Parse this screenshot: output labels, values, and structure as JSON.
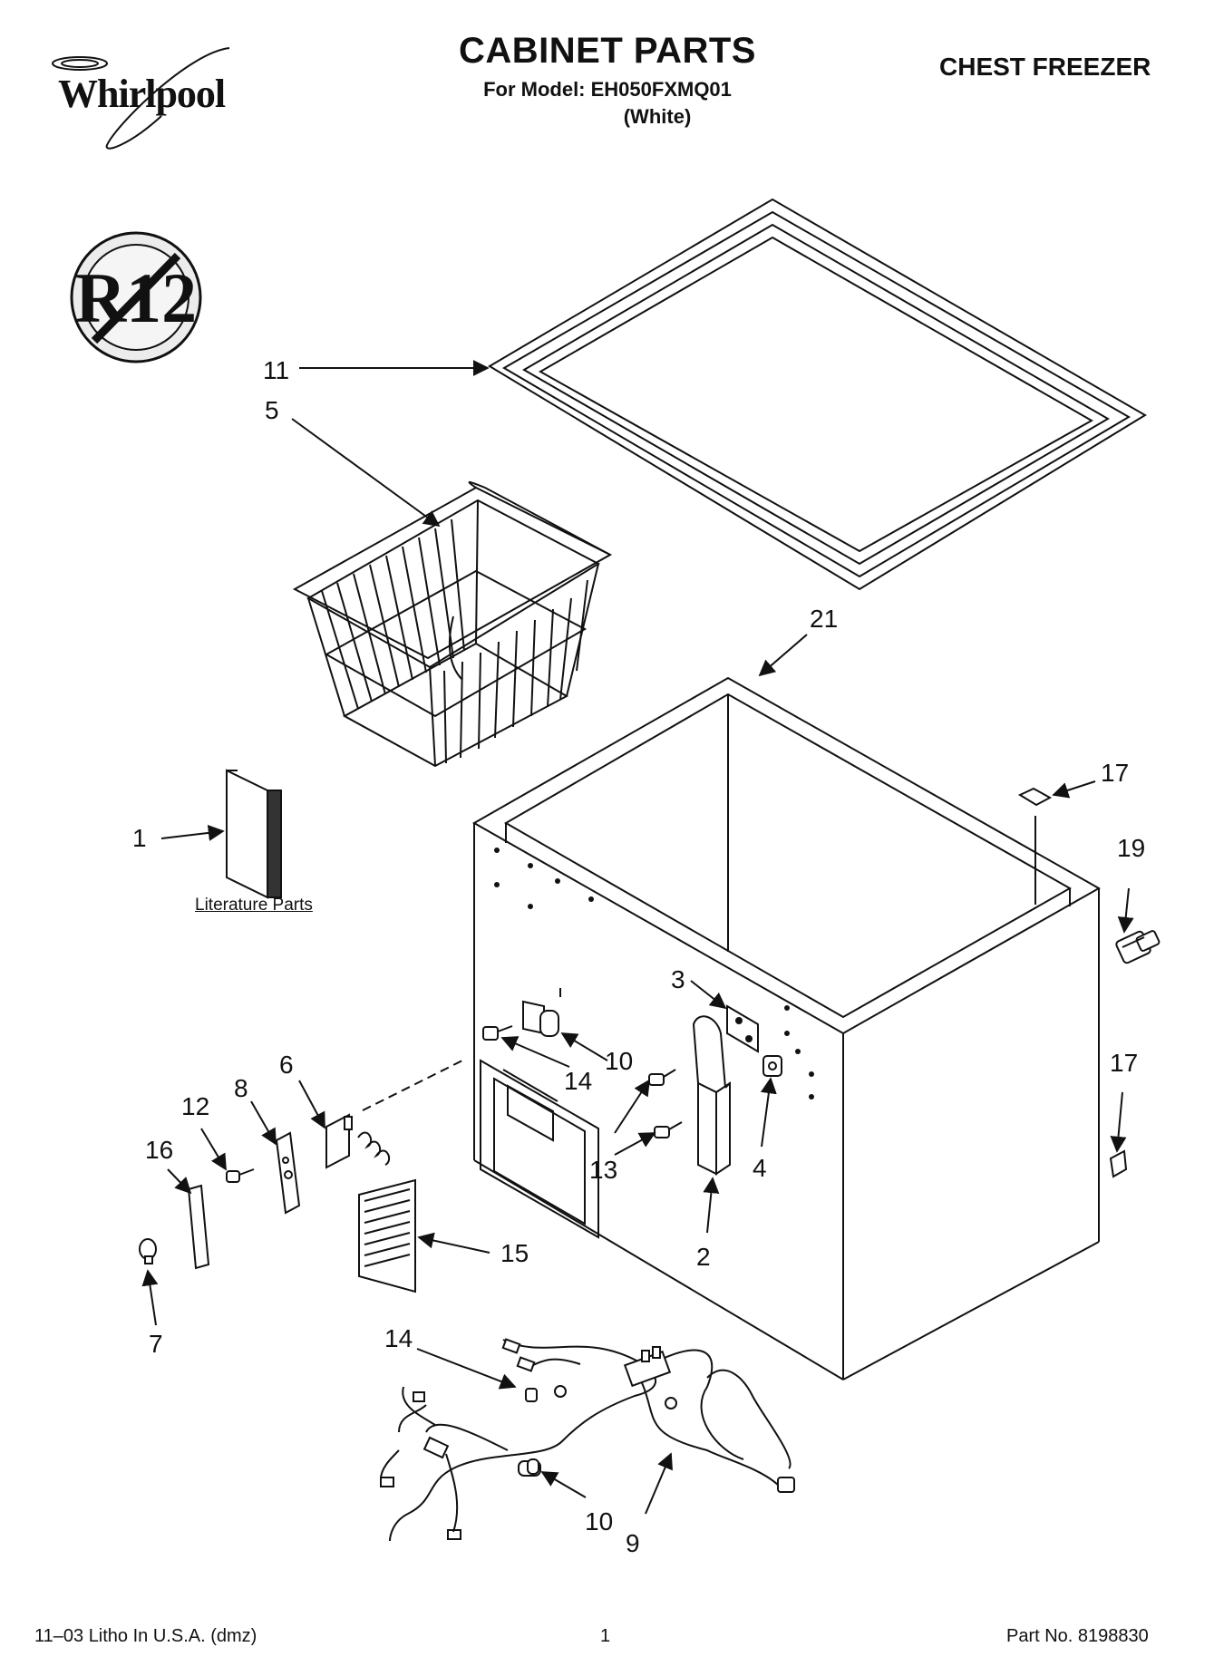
{
  "header": {
    "brand": "Whirlpool",
    "title": "CABINET PARTS",
    "model_line": "For Model: EH050FXMQ01",
    "color_line": "(White)",
    "product": "CHEST FREEZER"
  },
  "badge": {
    "text": "R12"
  },
  "diagram": {
    "literature_label": "Literature Parts",
    "callouts": [
      {
        "id": "c11",
        "label": "11"
      },
      {
        "id": "c5",
        "label": "5"
      },
      {
        "id": "c21",
        "label": "21"
      },
      {
        "id": "c17a",
        "label": "17"
      },
      {
        "id": "c19",
        "label": "19"
      },
      {
        "id": "c1",
        "label": "1"
      },
      {
        "id": "c3",
        "label": "3"
      },
      {
        "id": "c10a",
        "label": "10"
      },
      {
        "id": "c14a",
        "label": "14"
      },
      {
        "id": "c6",
        "label": "6"
      },
      {
        "id": "c8",
        "label": "8"
      },
      {
        "id": "c12",
        "label": "12"
      },
      {
        "id": "c16",
        "label": "16"
      },
      {
        "id": "c13",
        "label": "13"
      },
      {
        "id": "c4",
        "label": "4"
      },
      {
        "id": "c17b",
        "label": "17"
      },
      {
        "id": "c15",
        "label": "15"
      },
      {
        "id": "c2",
        "label": "2"
      },
      {
        "id": "c7",
        "label": "7"
      },
      {
        "id": "c14b",
        "label": "14"
      },
      {
        "id": "c10b",
        "label": "10"
      },
      {
        "id": "c9",
        "label": "9"
      }
    ]
  },
  "footer": {
    "left": "11–03 Litho In U.S.A. (dmz)",
    "center": "1",
    "right": "Part No. 8198830"
  }
}
